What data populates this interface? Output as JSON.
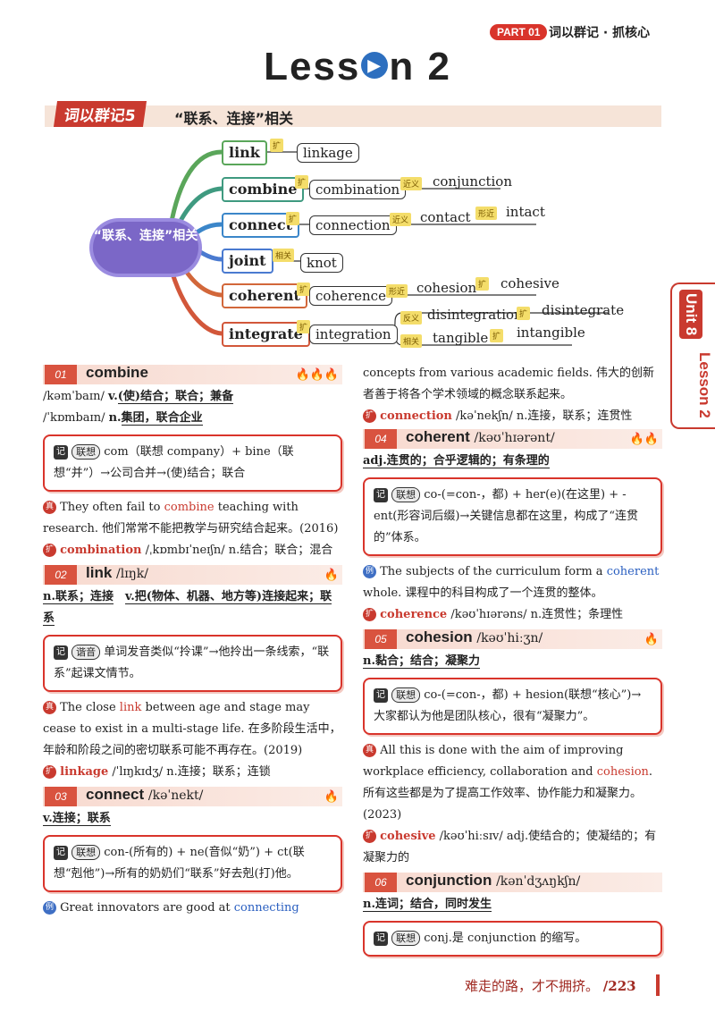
{
  "header": {
    "part": "PART 01",
    "subtitle": "词以群记 · 抓核心",
    "lesson": "Less",
    "lesson_o": "▶",
    "lesson_rest": "n 2"
  },
  "group": {
    "tag": "词以群记5",
    "title": "“联系、连接”相关",
    "center": "“联系、连接”相关"
  },
  "side_tab": {
    "unit": "Unit 8",
    "lesson": "Lesson 2"
  },
  "map": {
    "roots": [
      "link",
      "combine",
      "connect",
      "joint",
      "coherent",
      "integrate"
    ],
    "tags": {
      "kuo": "扩",
      "jinyi": "近义",
      "xiangjin": "形近",
      "xiangguan": "相关",
      "fanyi": "反义"
    },
    "words": {
      "linkage": "linkage",
      "combination": "combination",
      "conjunction": "conjunction",
      "connection": "connection",
      "contact": "contact",
      "intact": "intact",
      "knot": "knot",
      "coherence": "coherence",
      "cohesion": "cohesion",
      "cohesive": "cohesive",
      "integration": "integration",
      "disintegration": "disintegration",
      "disintegrate": "disintegrate",
      "tangible": "tangible",
      "intangible": "intangible"
    }
  },
  "left": {
    "e1": {
      "num": "01",
      "hw": "combine",
      "ph1": "/kəmˈbaɪn/",
      "pos1": "v.",
      "def1": "(使)结合；联合；兼备",
      "ph2": "/ˈkɒmbaɪn/",
      "pos2": "n.",
      "def2": "集团，联合企业",
      "memo": "com（联想 company）+ bine（联想“并”）→公司合并→(使)结合；联合",
      "ex_pre": "They often fail to ",
      "ex_kw": "combine",
      "ex_post": " teaching with research.",
      "ex_cn": "他们常常不能把教学与研究结合起来。(2016)",
      "der_w": "combination",
      "der_rest": " /ˌkɒmbɪˈneɪʃn/  n.结合；联合；混合"
    },
    "e2": {
      "num": "02",
      "hw": "link",
      "ph": "/lɪŋk/",
      "d1": "n.联系；连接",
      "d2": "v.把(物体、机器、地方等)连接起来；联系",
      "memo": "单词发音类似“拎课”→他拎出一条线索，“联系”起课文情节。",
      "ex_pre": "The close ",
      "ex_kw": "link",
      "ex_post": " between age and stage may cease to exist in a multi-stage life. 在多阶段生活中，年龄和阶段之间的密切联系可能不再存在。(2019)",
      "der_w": "linkage",
      "der_rest": " /ˈlɪŋkɪdʒ/  n.连接；联系；连锁"
    },
    "e3": {
      "num": "03",
      "hw": "connect",
      "ph": "/kəˈnekt/",
      "def": "v.连接；联系",
      "memo": "con-(所有的) + ne(音似“奶”) + ct(联想“剋他”)→所有的奶奶们“联系”好去剋(打)他。",
      "ex_pre": "Great innovators are good at ",
      "ex_kw": "connecting"
    }
  },
  "right": {
    "cont": "concepts from various academic fields. 伟大的创新者善于将各个学术领域的概念联系起来。",
    "der3_w": "connection",
    "der3_rest": " /kəˈnekʃn/  n.连接，联系；连贯性",
    "e4": {
      "num": "04",
      "hw": "coherent",
      "ph": "/kəʊˈhɪərənt/",
      "def": "adj.连贯的；合乎逻辑的；有条理的",
      "memo": "co-(=con-，都) + her(e)(在这里) + -ent(形容词后缀)→关键信息都在这里，构成了“连贯的”体系。",
      "ex_pre": "The subjects of the curriculum form a ",
      "ex_kw": "coherent",
      "ex_post": " whole. 课程中的科目构成了一个连贯的整体。",
      "der_w": "coherence",
      "der_rest": " /kəʊˈhɪərəns/  n.连贯性；条理性"
    },
    "e5": {
      "num": "05",
      "hw": "cohesion",
      "ph": "/kəʊˈhiːʒn/",
      "def": "n.黏合；结合；凝聚力",
      "memo": "co-(=con-，都) + hesion(联想“核心”)→大家都认为他是团队核心，很有“凝聚力”。",
      "ex_pre": "All this is done with the aim of improving workplace efficiency, collaboration and ",
      "ex_kw": "cohesion",
      "ex_post": ". 所有这些都是为了提高工作效率、协作能力和凝聚力。(2023)",
      "der_w": "cohesive",
      "der_rest": " /kəʊˈhiːsɪv/  adj.使结合的；使凝结的；有凝聚力的"
    },
    "e6": {
      "num": "06",
      "hw": "conjunction",
      "ph": "/kənˈdʒʌŋkʃn/",
      "def": "n.连词；结合，同时发生",
      "memo": "conj.是 conjunction 的缩写。"
    }
  },
  "labels": {
    "memo_lx": "联想",
    "memo_xy": "谐音",
    "ex": "真",
    "ex2": "例",
    "der": "扩",
    "memo_icon": "记"
  },
  "footer": {
    "text": "难走的路，才不拥挤。",
    "page": "/223"
  }
}
